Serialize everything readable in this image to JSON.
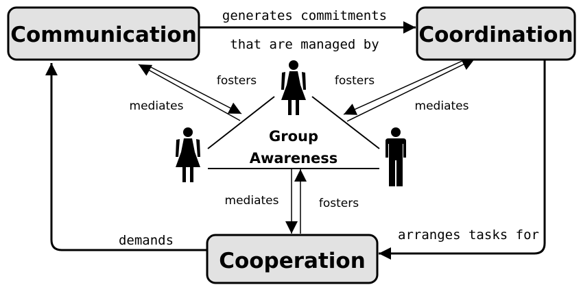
{
  "nodes": {
    "communication": "Communication",
    "coordination": "Coordination",
    "cooperation": "Cooperation"
  },
  "center": {
    "line1": "Group",
    "line2": "Awareness"
  },
  "edges": {
    "comm_to_coord_top": "generates commitments",
    "comm_to_coord_bottom": "that are managed by",
    "comm_fosters": "fosters",
    "comm_mediates": "mediates",
    "coord_fosters": "fosters",
    "coord_mediates": "mediates",
    "coop_mediates": "mediates",
    "coop_fosters": "fosters",
    "coop_demands": "demands",
    "coord_arranges": "arranges tasks for"
  },
  "colors": {
    "node_fill": "#e2e2e2",
    "stroke": "#000000"
  },
  "icons": [
    "female-person-icon",
    "female-person-icon",
    "male-person-icon"
  ]
}
